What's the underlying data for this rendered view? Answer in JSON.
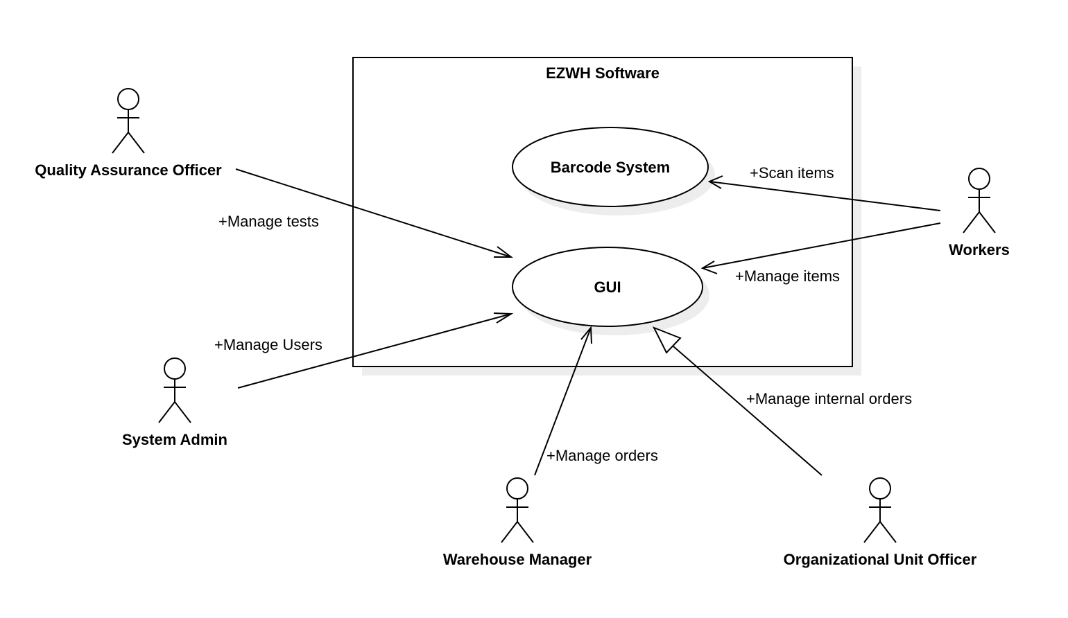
{
  "diagram": {
    "boundary": {
      "title": "EZWH Software"
    },
    "use_cases": {
      "barcode": "Barcode System",
      "gui": "GUI"
    },
    "actors": {
      "qa": "Quality Assurance Officer",
      "admin": "System Admin",
      "manager": "Warehouse Manager",
      "org_officer": "Organizational Unit Officer",
      "workers": "Workers"
    },
    "edges": {
      "manage_tests": "+Manage tests",
      "manage_users": "+Manage Users",
      "manage_orders": "+Manage orders",
      "manage_internal_orders": "+Manage internal orders",
      "scan_items": "+Scan items",
      "manage_items": "+Manage items"
    }
  }
}
